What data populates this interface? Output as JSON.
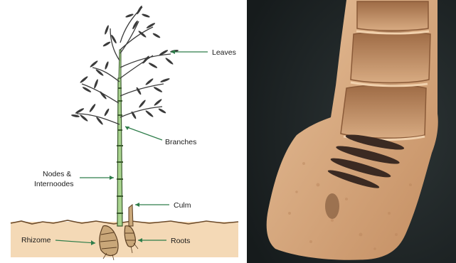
{
  "diagram": {
    "labels": {
      "leaves": "Leaves",
      "branches": "Branches",
      "nodes_line1": "Nodes &",
      "nodes_line2": "Internoodes",
      "culm": "Culm",
      "rhizome": "Rhizome",
      "roots": "Roots"
    },
    "colors": {
      "culm": "#a9d48f",
      "culm_outline": "#3b5a2e",
      "ground": "#f4d9b6",
      "ground_line": "#6b4a2a",
      "rhizome": "#c9a779",
      "leaf": "#3a3a3a",
      "label_line": "#2e7d4a"
    }
  },
  "photo": {
    "icon": "bamboo-cross-section-photo",
    "colors": {
      "background": "#1f2526",
      "wood": "#d9ad86",
      "wood_dark": "#a5714c"
    }
  }
}
